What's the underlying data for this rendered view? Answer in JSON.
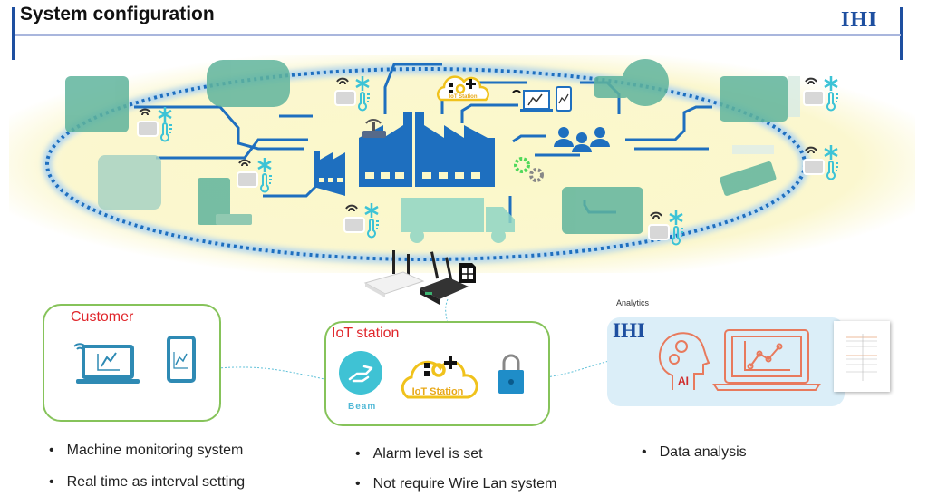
{
  "header": {
    "title": "System configuration",
    "logo": "IHI"
  },
  "colors": {
    "accent_blue": "#1e6fbf",
    "header_bar": "#1e4fa0",
    "panel_border": "#86c35a",
    "panel_title": "#e0262b",
    "machine_teal": "#5fb49c",
    "analytics_bg": "#dbeef8",
    "sensor_cyan": "#3cc3d6"
  },
  "diagram": {
    "center_icons": [
      "factory-icon",
      "truck-icon",
      "people-group-icon",
      "gears-icon",
      "wifi-router-icon",
      "laptop-chart-icon",
      "phone-chart-icon"
    ],
    "iot_cloud_label": "IoT Station",
    "sensor_icons": [
      "wifi-icon",
      "snowflake-icon",
      "thermometer-icon",
      "sensor-box-icon"
    ]
  },
  "customer": {
    "title": "Customer",
    "icons": [
      "laptop-chart-icon",
      "phone-chart-icon"
    ]
  },
  "iot_station": {
    "title": "IoT station",
    "beam_label": "Beam",
    "cloud_label": "IoT Station",
    "icons": [
      "beam-icon",
      "iot-cloud-icon",
      "lock-icon"
    ]
  },
  "analytics": {
    "label": "Analytics",
    "logo": "IHI",
    "ai_label": "AI"
  },
  "bullets": {
    "customer": [
      "Machine monitoring system",
      "Real time as interval setting"
    ],
    "iot": [
      "Alarm level is set",
      "Not require Wire Lan system"
    ],
    "analytics": [
      "Data analysis"
    ]
  }
}
